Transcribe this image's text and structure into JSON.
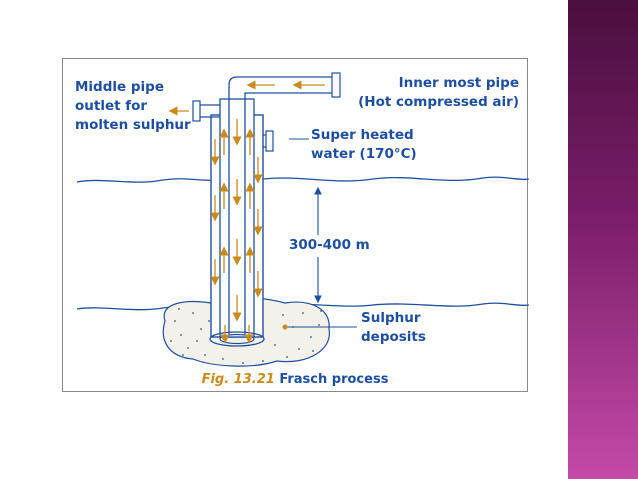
{
  "labels": {
    "middle_pipe_line1": "Middle pipe",
    "middle_pipe_line2": "outlet for",
    "middle_pipe_line3": "molten sulphur",
    "inner_pipe_line1": "Inner most pipe",
    "inner_pipe_line2": "(Hot compressed air)",
    "super_heated_line1": "Super heated",
    "super_heated_line2": "water (170°C)",
    "depth": "300-400 m",
    "deposits_line1": "Sulphur",
    "deposits_line2": "deposits"
  },
  "caption": {
    "fig_number": "Fig. 13.21",
    "title": "Frasch process"
  },
  "colors": {
    "pipe": "#1e4f9e",
    "arrow": "#c98a1e",
    "label": "#1e4f9e",
    "side_band_top": "#4a0f3c",
    "side_band_bottom": "#c44aa8"
  }
}
